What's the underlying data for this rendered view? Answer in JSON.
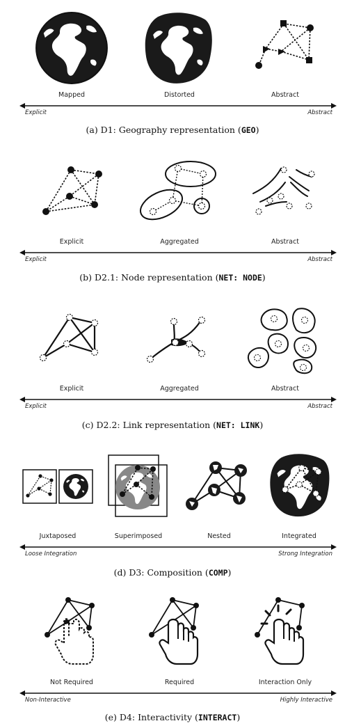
{
  "panels": [
    {
      "labels": [
        "Mapped",
        "Distorted",
        "Abstract"
      ],
      "axis_left": "Explicit",
      "axis_right": "Abstract",
      "caption_pre": "(a) D1: Geography representation (",
      "caption_code": "GEO",
      "caption_post": ")"
    },
    {
      "labels": [
        "Explicit",
        "Aggregated",
        "Abstract"
      ],
      "axis_left": "Explicit",
      "axis_right": "Abstract",
      "caption_pre": "(b) D2.1: Node representation (",
      "caption_code": "NET: NODE",
      "caption_post": ")"
    },
    {
      "labels": [
        "Explicit",
        "Aggregated",
        "Abstract"
      ],
      "axis_left": "Explicit",
      "axis_right": "Abstract",
      "caption_pre": "(c) D2.2: Link representation (",
      "caption_code": "NET: LINK",
      "caption_post": ")"
    },
    {
      "labels": [
        "Juxtaposed",
        "Superimposed",
        "Nested",
        "Integrated"
      ],
      "axis_left": "Loose Integration",
      "axis_right": "Strong Integration",
      "caption_pre": "(d) D3: Composition (",
      "caption_code": "COMP",
      "caption_post": ")"
    },
    {
      "labels": [
        "Not Required",
        "Required",
        "Interaction Only"
      ],
      "axis_left": "Non-Interactive",
      "axis_right": "Highly Interactive",
      "caption_pre": "(e) D4: Interactivity (",
      "caption_code": "INTERACT",
      "caption_post": ")"
    }
  ],
  "icons": {
    "a": [
      "globe-mapped-icon",
      "globe-distorted-icon",
      "network-abstract-icon"
    ],
    "b": [
      "node-explicit-icon",
      "node-aggregated-icon",
      "node-abstract-icon"
    ],
    "c": [
      "link-explicit-icon",
      "link-aggregated-icon",
      "link-abstract-icon"
    ],
    "d": [
      "juxtaposed-icon",
      "superimposed-icon",
      "nested-icon",
      "integrated-icon"
    ],
    "e": [
      "hand-not-required-icon",
      "hand-required-icon",
      "hand-interaction-only-icon"
    ]
  }
}
